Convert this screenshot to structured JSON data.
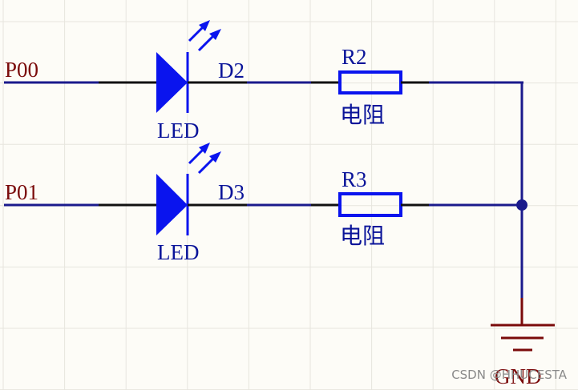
{
  "colors": {
    "background": "#fdfcf7",
    "grid": "#e7e5de",
    "wire": "#1a1a8c",
    "lead": "#111111",
    "component": "#0a14ee",
    "port_label": "#7a0a0a",
    "gnd": "#7a0a0a"
  },
  "rows": [
    {
      "port": "P00",
      "led_ref": "D2",
      "led_value": "LED",
      "res_ref": "R2",
      "res_value": "电阻"
    },
    {
      "port": "P01",
      "led_ref": "D3",
      "led_value": "LED",
      "res_ref": "R3",
      "res_value": "电阻"
    }
  ],
  "gnd_label": "GND",
  "watermark": "CSDN @HHUCESTA"
}
